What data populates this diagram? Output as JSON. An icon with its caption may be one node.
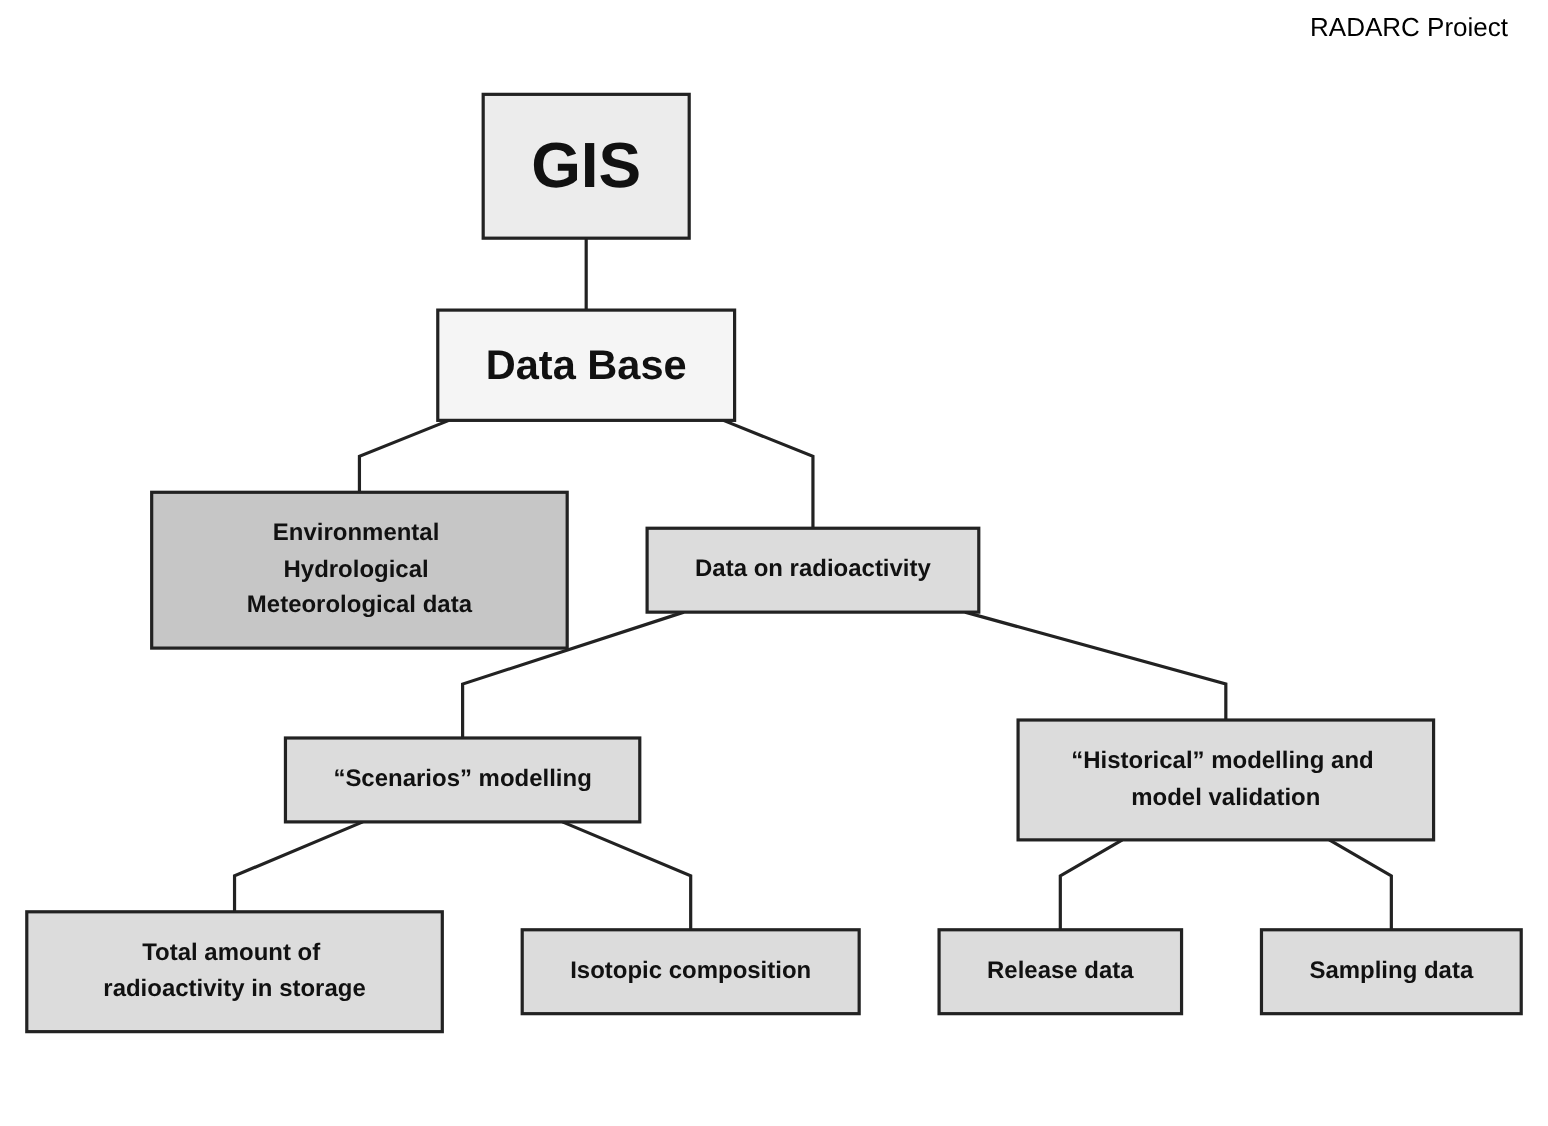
{
  "diagram": {
    "nodes": [
      {
        "text": [
          "GIS"
        ]
      },
      {
        "text": [
          "Data Base"
        ]
      },
      {
        "text": [
          "Environmental Hydrological Meteorological data"
        ]
      },
      {
        "text": [
          "Data on radioactivity"
        ]
      },
      {
        "text": [
          "“Scenarios” modelling"
        ]
      },
      {
        "text": [
          "“Historical” modelling and model validation"
        ]
      },
      {
        "text": [
          "Total amount of radioactivity in storage"
        ]
      },
      {
        "text": [
          "Isotopic composition"
        ]
      },
      {
        "text": [
          "Release data"
        ]
      },
      {
        "text": [
          "Sampling data"
        ]
      }
    ],
    "edges": [
      {
        "from": 0,
        "to": 1,
        "arrow": "none"
      },
      {
        "from": 1,
        "to": 2,
        "arrow": "none"
      },
      {
        "from": 1,
        "to": 3,
        "arrow": "none"
      },
      {
        "from": 3,
        "to": 4,
        "arrow": "none"
      },
      {
        "from": 3,
        "to": 5,
        "arrow": "none"
      },
      {
        "from": 4,
        "to": 6,
        "arrow": "none"
      },
      {
        "from": 4,
        "to": 7,
        "arrow": "none"
      },
      {
        "from": 5,
        "to": 8,
        "arrow": "none"
      },
      {
        "from": 5,
        "to": 9,
        "arrow": "none"
      }
    ],
    "labels": [
      "RADARC Proiect"
    ]
  }
}
